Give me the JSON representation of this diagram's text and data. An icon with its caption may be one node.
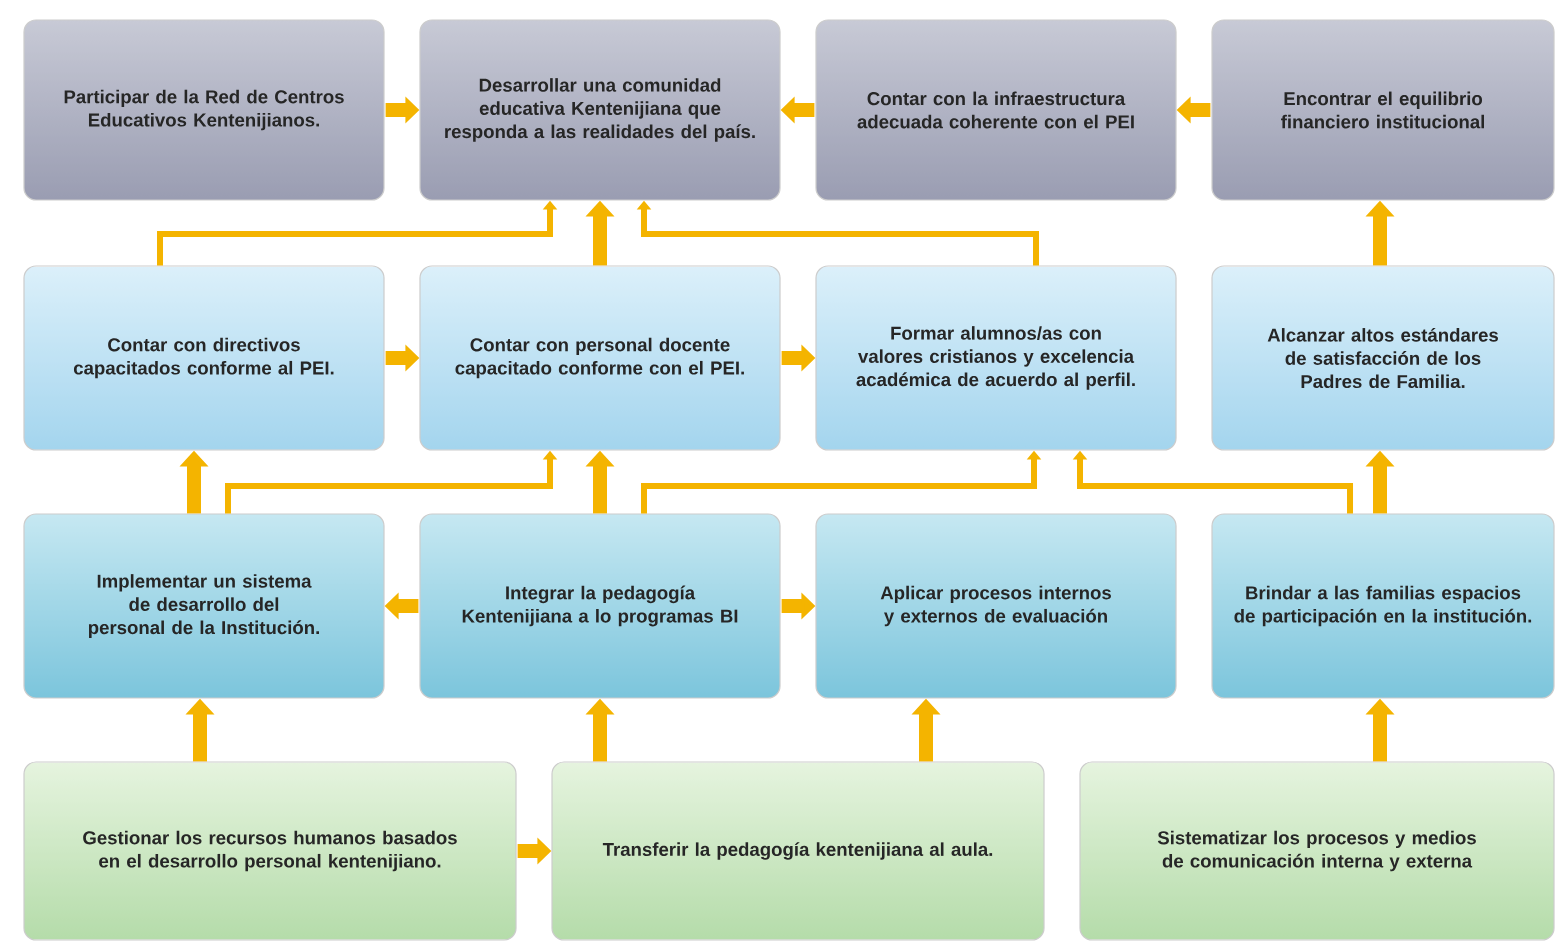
{
  "diagram": {
    "nodes": [
      {
        "text": [
          "Participar de la Red de Centros Educativos Kentenijianos."
        ]
      },
      {
        "text": [
          "Desarrollar una comunidad educativa Kentenijiana que responda a las realidades del país."
        ]
      },
      {
        "text": [
          "Contar con la infraestructura adecuada coherente con el PEI"
        ]
      },
      {
        "text": [
          "Encontrar el equilibrio financiero institucional"
        ]
      },
      {
        "text": [
          "Contar con directivos capacitados conforme al PEI."
        ]
      },
      {
        "text": [
          "Contar con personal docente capacitado conforme con el PEI."
        ]
      },
      {
        "text": [
          "Formar alumnos/as con valores cristianos y excelencia académica de acuerdo al perfil."
        ]
      },
      {
        "text": [
          "Alcanzar altos estándares de satisfacción de los Padres de Familia."
        ]
      },
      {
        "text": [
          "Implementar un sistema de desarrollo del personal de la Institución."
        ]
      },
      {
        "text": [
          "Integrar la pedagogía Kentenijiana a lo programas BI"
        ]
      },
      {
        "text": [
          "Aplicar procesos internos y externos de evaluación"
        ]
      },
      {
        "text": [
          "Brindar a las familias espacios de participación en la institución."
        ]
      },
      {
        "text": [
          "Gestionar los recursos humanos basados en el desarrollo personal kentenijiano."
        ]
      },
      {
        "text": [
          "Transferir la pedagogía kentenijiana al aula."
        ]
      },
      {
        "text": [
          "Sistematizar los procesos y medios de comunicación interna y externa"
        ]
      }
    ],
    "edges": [
      {
        "from": 0,
        "to": 1,
        "arrow": "to"
      },
      {
        "from": 2,
        "to": 1,
        "arrow": "to"
      },
      {
        "from": 3,
        "to": 2,
        "arrow": "to"
      },
      {
        "from": 4,
        "to": 1,
        "arrow": "to"
      },
      {
        "from": 5,
        "to": 1,
        "arrow": "to"
      },
      {
        "from": 6,
        "to": 1,
        "arrow": "to"
      },
      {
        "from": 7,
        "to": 3,
        "arrow": "to"
      },
      {
        "from": 4,
        "to": 5,
        "arrow": "to"
      },
      {
        "from": 5,
        "to": 6,
        "arrow": "to"
      },
      {
        "from": 8,
        "to": 4,
        "arrow": "to"
      },
      {
        "from": 8,
        "to": 5,
        "arrow": "to"
      },
      {
        "from": 9,
        "to": 5,
        "arrow": "to"
      },
      {
        "from": 9,
        "to": 6,
        "arrow": "to"
      },
      {
        "from": 11,
        "to": 6,
        "arrow": "to"
      },
      {
        "from": 11,
        "to": 7,
        "arrow": "to"
      },
      {
        "from": 9,
        "to": 8,
        "arrow": "to"
      },
      {
        "from": 9,
        "to": 10,
        "arrow": "to"
      },
      {
        "from": 12,
        "to": 8,
        "arrow": "to"
      },
      {
        "from": 12,
        "to": 13,
        "arrow": "to"
      },
      {
        "from": 13,
        "to": 9,
        "arrow": "to"
      },
      {
        "from": 13,
        "to": 10,
        "arrow": "to"
      },
      {
        "from": 14,
        "to": 11,
        "arrow": "to"
      }
    ]
  }
}
